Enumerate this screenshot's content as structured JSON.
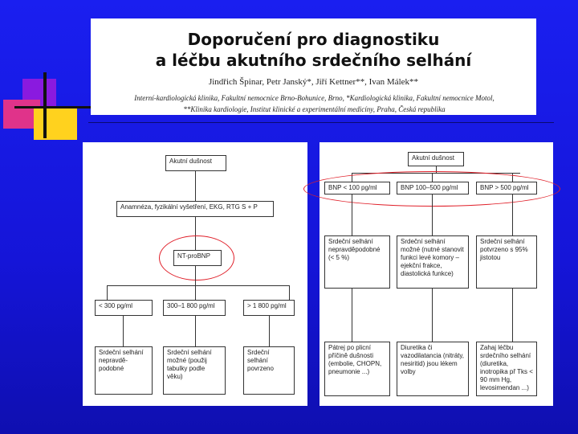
{
  "header": {
    "title_line1": "Doporučení pro diagnostiku",
    "title_line2": "a léčbu akutního srdečního selhání",
    "authors": "Jindřich Špinar, Petr Janský*, Jiří Kettner**, Ivan Málek**",
    "affiliation1": "Interní-kardiologická klinika, Fakultní nemocnice Brno-Bohunice, Brno, *Kardiologická klinika, Fakultní nemocnice Motol,",
    "affiliation2": "**Klinika kardiologie, Institut klinické a experimentální medicíny, Praha, Česká republika"
  },
  "left_flow": {
    "start": "Akutní dušnost",
    "step2": "Anamnéza, fyzikální vyšetření, EKG, RTG S + P",
    "test": "NT-proBNP",
    "ranges": [
      "< 300 pg/ml",
      "300–1 800 pg/ml",
      "> 1 800 pg/ml"
    ],
    "results": [
      "Srdeční selhání nepravdě-podobné",
      "Srdeční selhání možné (použij tabulky podle věku)",
      "Srdeční selhání povrzeno"
    ]
  },
  "right_flow": {
    "start": "Akutní dušnost",
    "ranges": [
      "BNP < 100 pg/ml",
      "BNP 100–500 pg/ml",
      "BNP > 500 pg/ml"
    ],
    "interpretations": [
      "Srdeční selhání nepravděpodobné (< 5 %)",
      "Srdeční selhání možné (nutné stanovit funkci levé komory – ejekční frakce, diastolická funkce)",
      "Srdeční selhání potvrzeno s 95% jistotou"
    ],
    "actions": [
      "Pátrej po plicní příčině dušnosti (embolie, CHOPN, pneumonie ...)",
      "Diuretika či vazodilatancia (nitráty, nesiritid) jsou lékem volby",
      "Zahaj léčbu srdečního selhání (diuretika, inotropika př Tks < 90 mm Hg, levosimendan ...)"
    ]
  },
  "colors": {
    "background": "#1515d8",
    "highlight": "#e0202a",
    "deco_purple": "#8a1adf",
    "deco_yellow": "#ffd21e",
    "deco_magenta": "#e0338a"
  }
}
